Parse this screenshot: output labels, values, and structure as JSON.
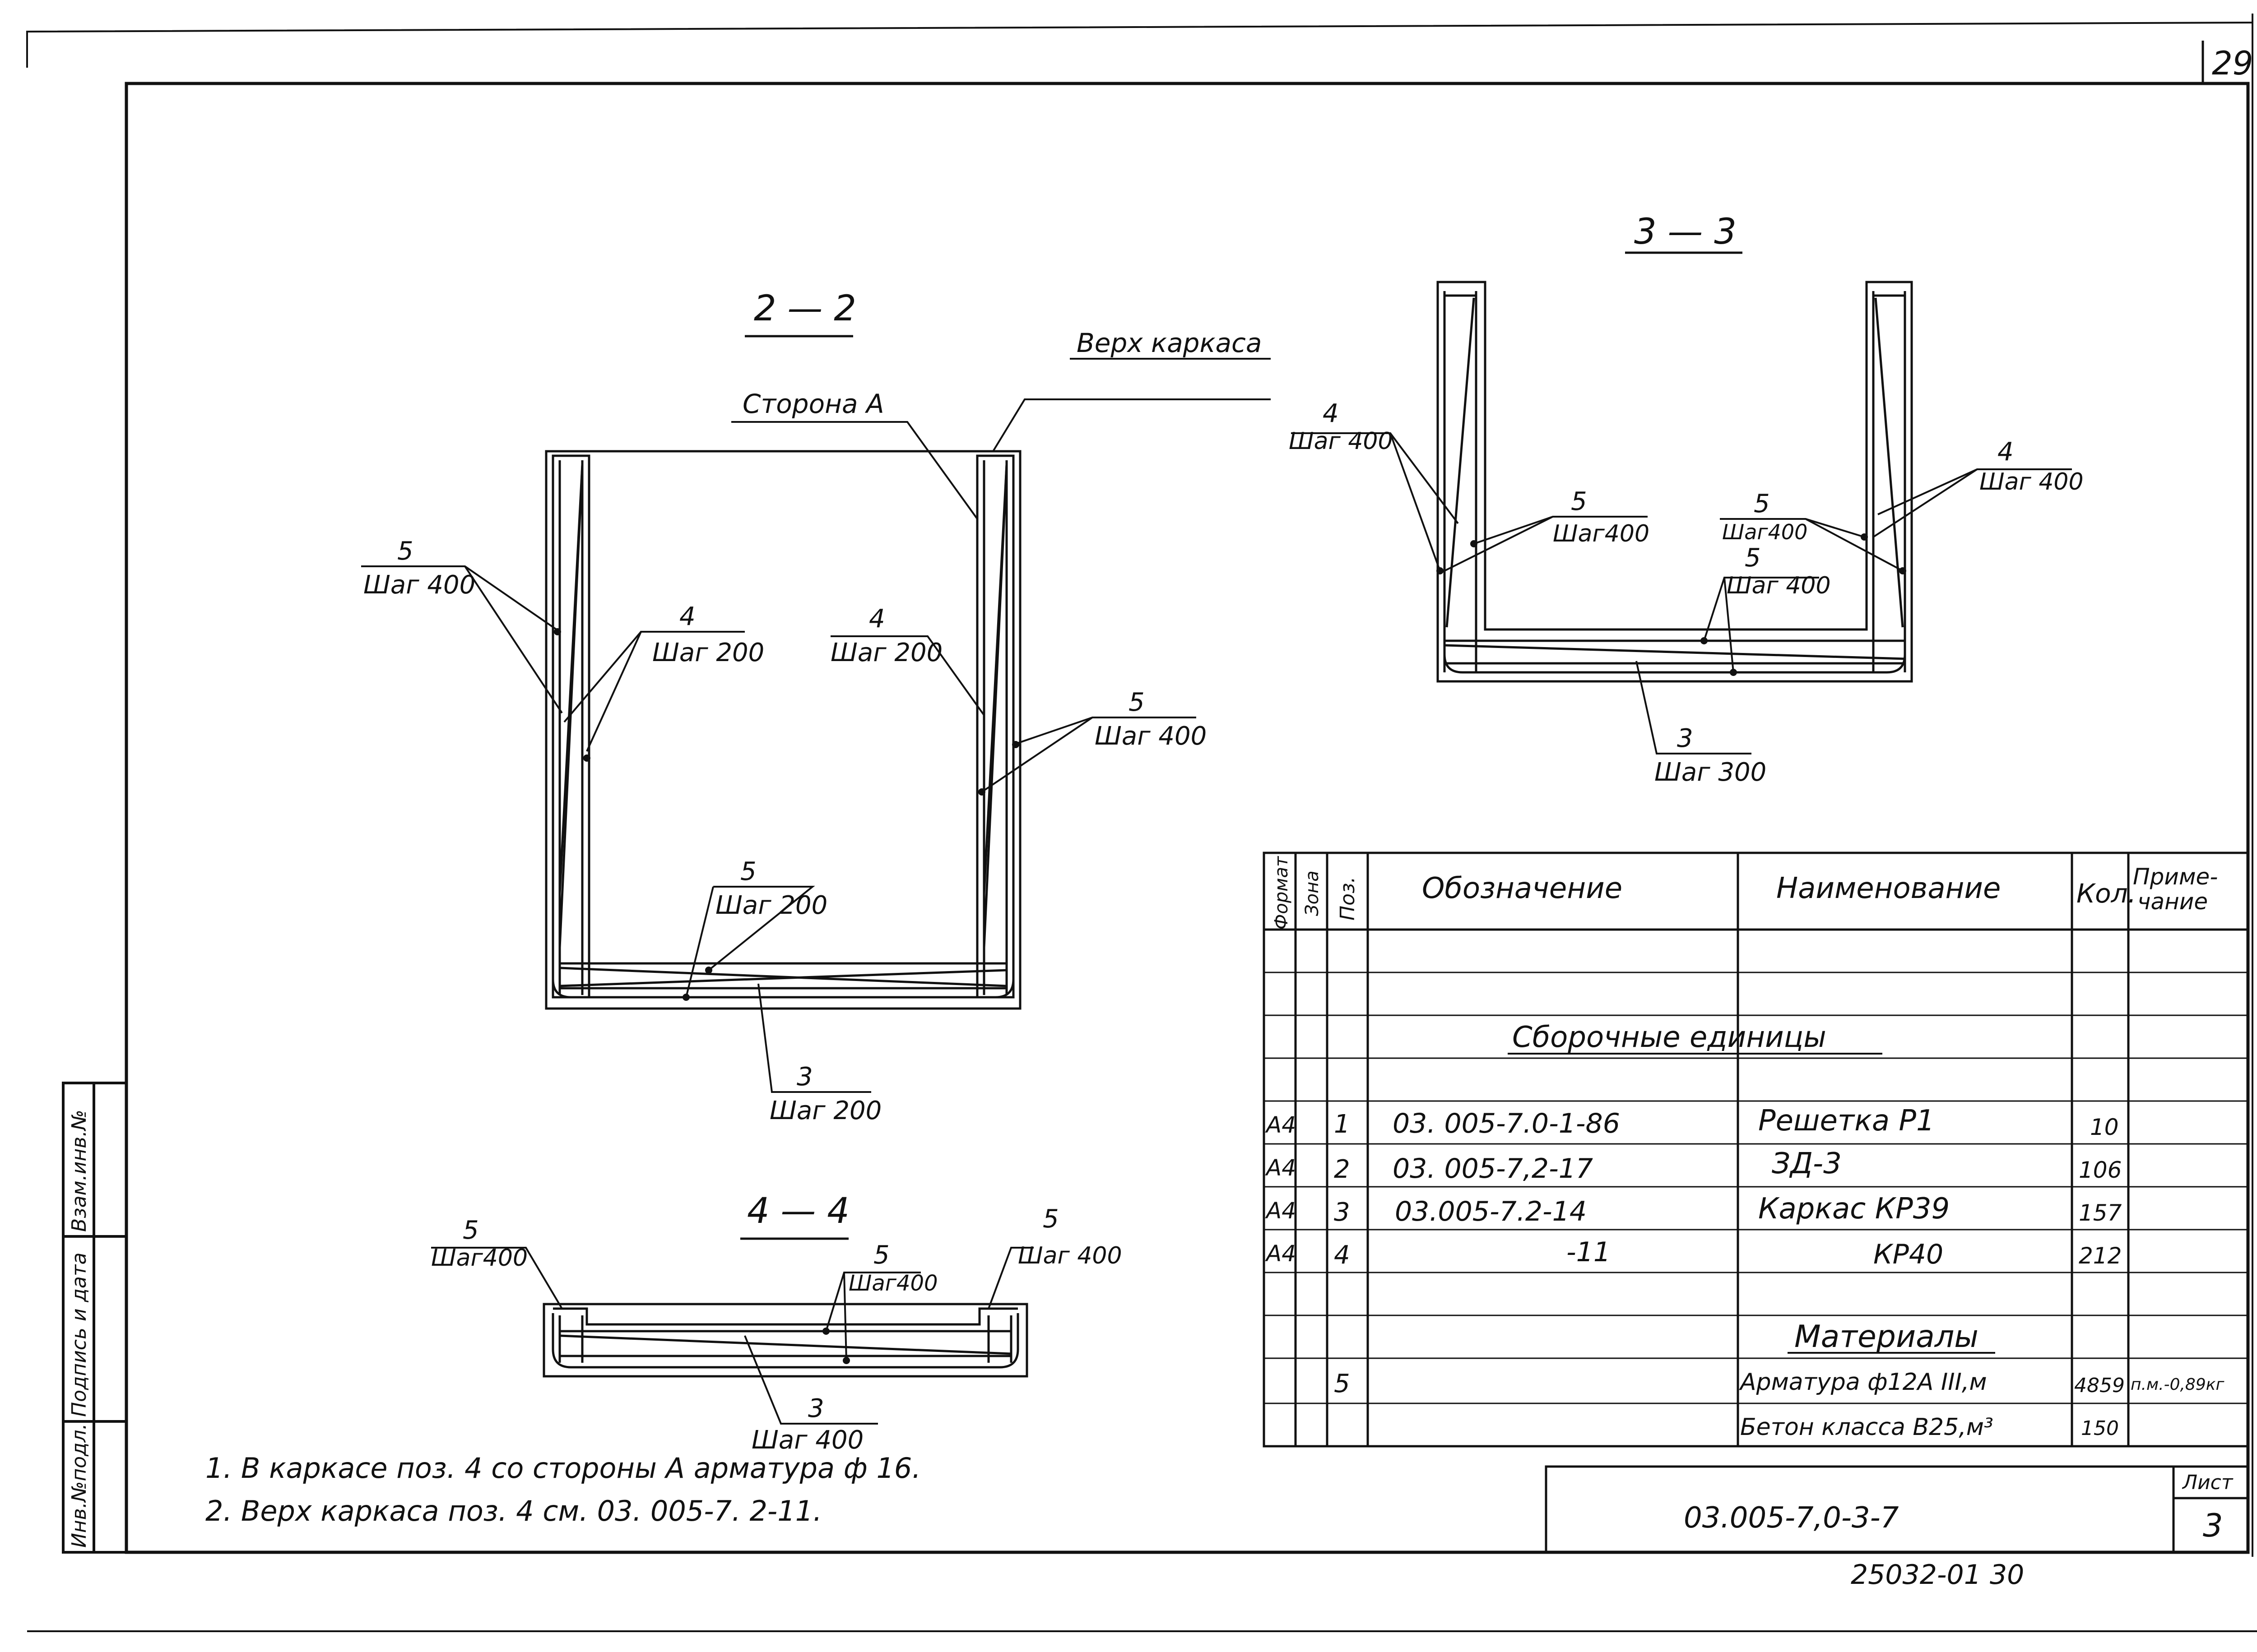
{
  "sheet": {
    "page_number": "29",
    "sheet_label": "Лист",
    "sheet_number": "3",
    "document_code": "03.005-7,0-3-7",
    "inventory_stamp": "25032-01   30"
  },
  "side_stamp": {
    "inv_original": "Инв.№подл.",
    "signature_date": "Подпись и дата",
    "replaced_inv": "Взам.инв.№"
  },
  "sections": {
    "s22": {
      "title": "2 — 2",
      "top_of_frame": "Верх каркаса",
      "side_a": "Сторона А",
      "left_5_num": "5",
      "left_5_step": "Шаг 400",
      "left_4_num": "4",
      "left_4_step": "Шаг 200",
      "right_4_num": "4",
      "right_4_step": "Шаг 200",
      "right_5_num": "5",
      "right_5_step": "Шаг 400",
      "bottom_5_num": "5",
      "bottom_5_step": "Шаг 200",
      "bottom_3_num": "3",
      "bottom_3_step": "Шаг 200"
    },
    "s33": {
      "title": "3 — 3",
      "left_4_num": "4",
      "left_4_step": "Шаг 400",
      "left_5_num": "5",
      "left_5_step": "Шаг400",
      "mid_5a_num": "5",
      "mid_5a_step": "Шаг400",
      "mid_5b_num": "5",
      "mid_5b_step": "Шаг 400",
      "right_4_num": "4",
      "right_4_step": "Шаг 400",
      "bottom_3_num": "3",
      "bottom_3_step": "Шаг 300"
    },
    "s44": {
      "title": "4 — 4",
      "left_5_num": "5",
      "left_5_step": "Шаг400",
      "mid_5_num": "5",
      "mid_5_step": "Шаг400",
      "right_5_num": "5",
      "right_5_step": "Шаг 400",
      "bottom_3_num": "3",
      "bottom_3_step": "Шаг 400"
    }
  },
  "notes": [
    "1. В каркасе поз. 4   со стороны  А арматура  ф 16.",
    "2. Верх каркаса        поз. 4  см.  03. 005-7. 2-11."
  ],
  "spec_table": {
    "headers": {
      "format": "Формат",
      "zone": "Зона",
      "pos": "Поз.",
      "designation": "Обозначение",
      "name": "Наименование",
      "qty": "Кол.",
      "note": "Приме-чание"
    },
    "section_assemblies": "Сборочные  единицы",
    "section_materials": "Материалы",
    "rows": [
      {
        "format": "А4",
        "pos": "1",
        "designation": "03. 005-7.0-1-86",
        "name": "Решетка Р1",
        "qty": "10",
        "note": ""
      },
      {
        "format": "А4",
        "pos": "2",
        "designation": "03. 005-7,2-17",
        "name": "ЗД-3",
        "qty": "106",
        "note": ""
      },
      {
        "format": "А4",
        "pos": "3",
        "designation": "03.005-7.2-14",
        "name": "Каркас КР39",
        "qty": "157",
        "note": ""
      },
      {
        "format": "А4",
        "pos": "4",
        "designation": "-11",
        "name": "КР40",
        "qty": "212",
        "note": ""
      }
    ],
    "materials": [
      {
        "pos": "5",
        "name": "Арматура ф12А III,м",
        "qty": "4859",
        "note": "п.м.-0,89кг"
      },
      {
        "pos": "",
        "name": "Бетон класса  В25,м³",
        "qty": "150",
        "note": ""
      }
    ]
  }
}
